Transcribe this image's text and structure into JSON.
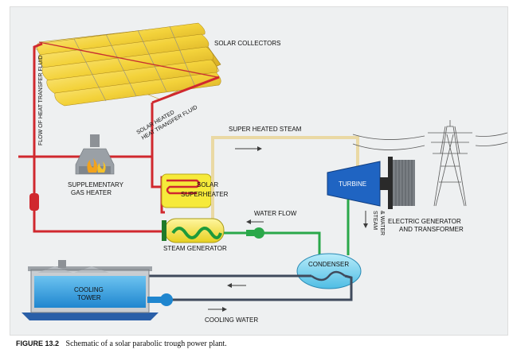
{
  "diagram": {
    "labels": {
      "solar_collectors": "SOLAR COLLECTORS",
      "flow_of_htf": "FLOW OF HEAT TRANSFER FLUID",
      "solar_heated_line1": "SOLAR HEATED",
      "solar_heated_line2": "HEAT TRANSFER FLUID",
      "super_heated_steam": "SUPER HEATED STEAM",
      "supplementary_line1": "SUPPLEMENTARY",
      "supplementary_line2": "GAS HEATER",
      "solar_superheater_line1": "SOLAR",
      "solar_superheater_line2": "SUPERHEATER",
      "turbine": "TURBINE",
      "electric_gen_line1": "ELECTRIC GENERATOR",
      "electric_gen_line2": "AND TRANSFORMER",
      "water_flow": "WATER FLOW",
      "steam_generator": "STEAM GENERATOR",
      "steam_water_line1": "STEAM",
      "steam_water_line2": "& WATER",
      "condenser": "CONDENSER",
      "cooling_tower_line1": "COOLING",
      "cooling_tower_line2": "TOWER",
      "cooling_water": "COOLING WATER"
    },
    "colors": {
      "htf_line": "#d0282e",
      "steam_line": "#ead9a4",
      "water_line": "#2aa84a",
      "cooling_line": "#3f4a5c",
      "collector": "#f3d23a",
      "turbine": "#1f64c2",
      "condenser": "#7fd3ee",
      "cooling_tower": "#3aa2e2"
    }
  },
  "caption": {
    "label": "FIGURE 13.2",
    "text": "Schematic of a solar parabolic trough power plant."
  }
}
